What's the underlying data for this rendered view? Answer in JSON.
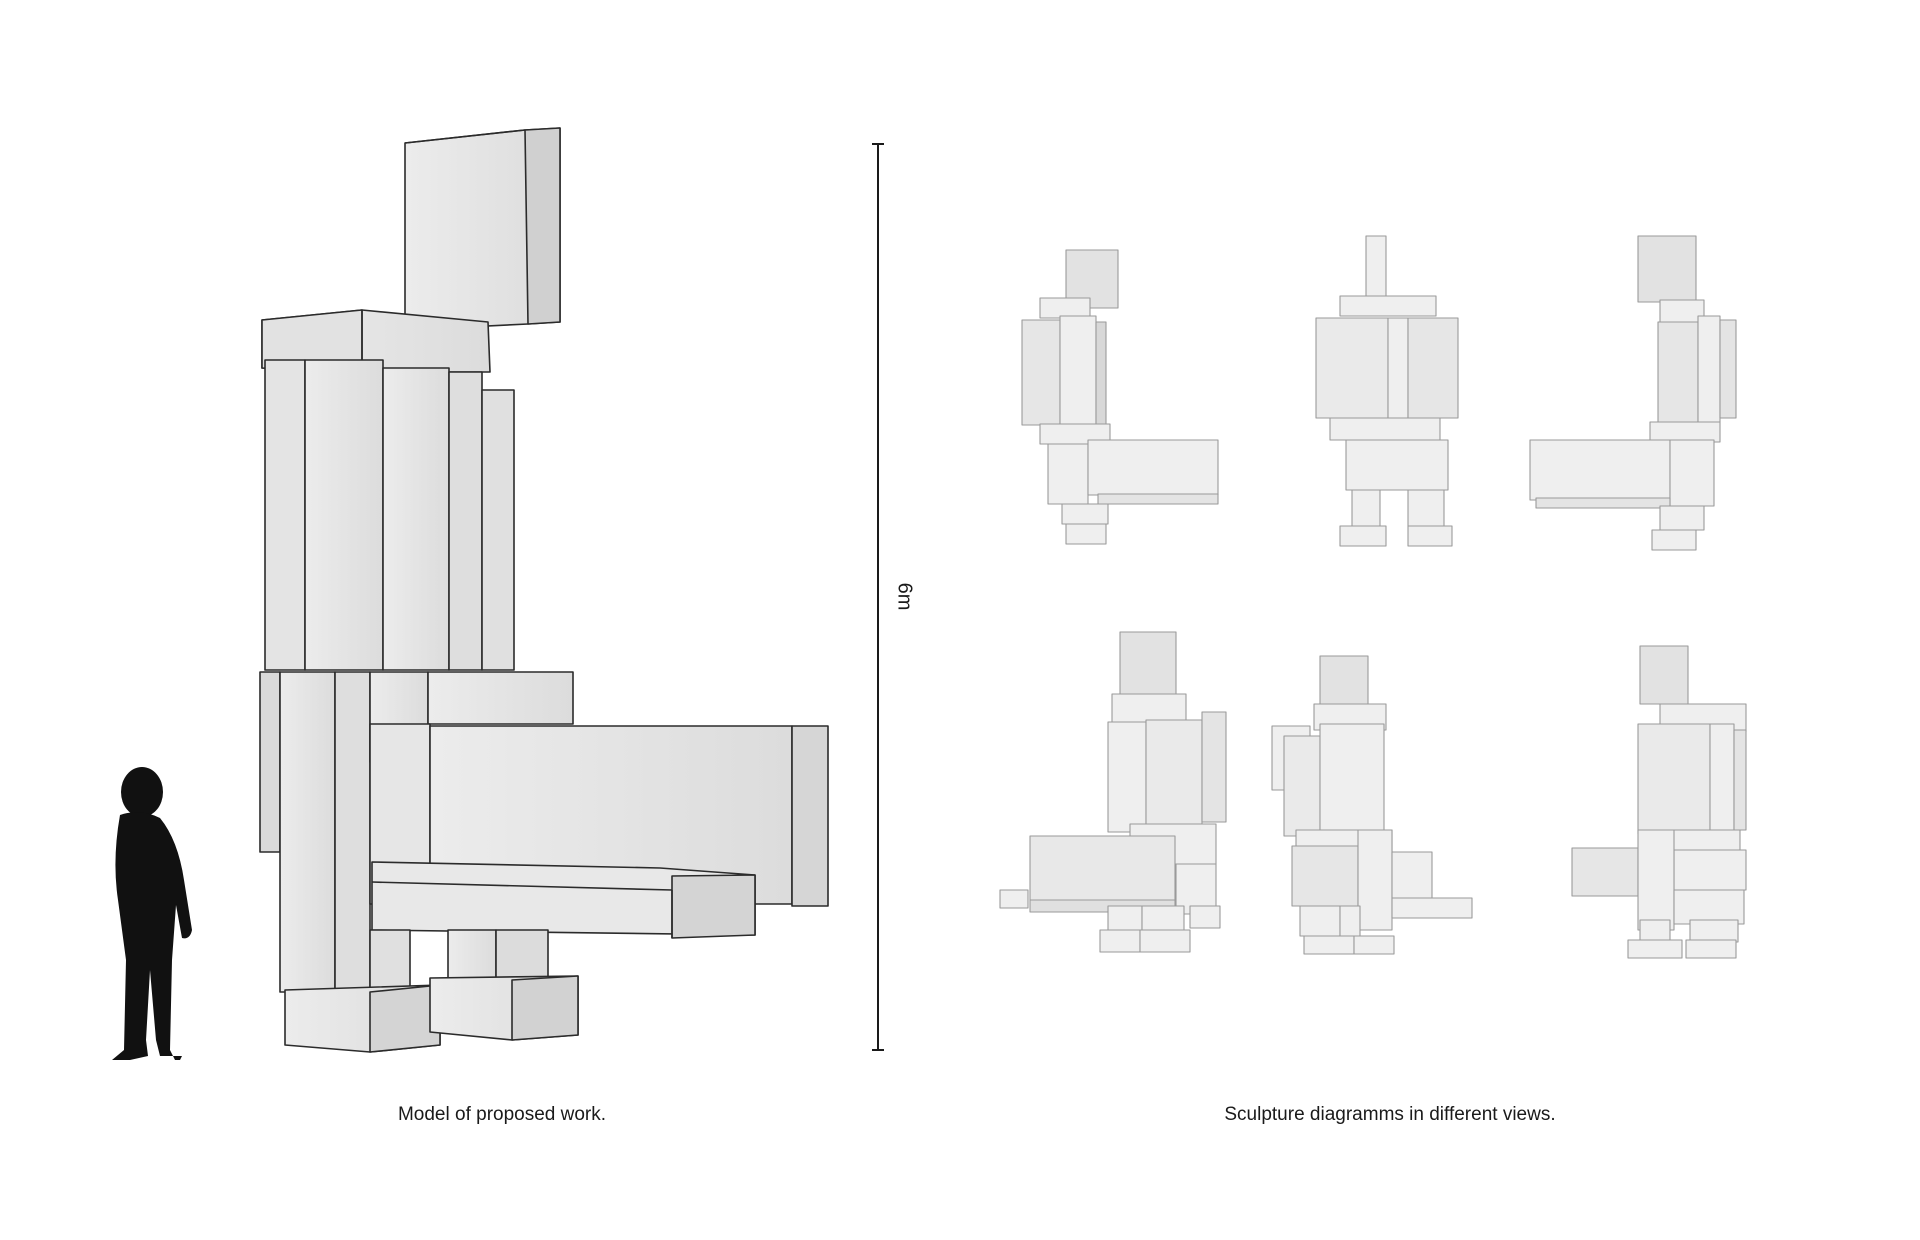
{
  "left_panel": {
    "caption": "Model of proposed work."
  },
  "scale_bar": {
    "label": "6m"
  },
  "right_panel": {
    "caption": "Sculpture diagramms in different views."
  },
  "colors": {
    "block_face": "#e8e8e8",
    "block_side": "#d2d2d2",
    "block_top": "#f2f2f2",
    "outline": "#2b2b2b",
    "silhouette": "#111111",
    "background": "#ffffff"
  }
}
